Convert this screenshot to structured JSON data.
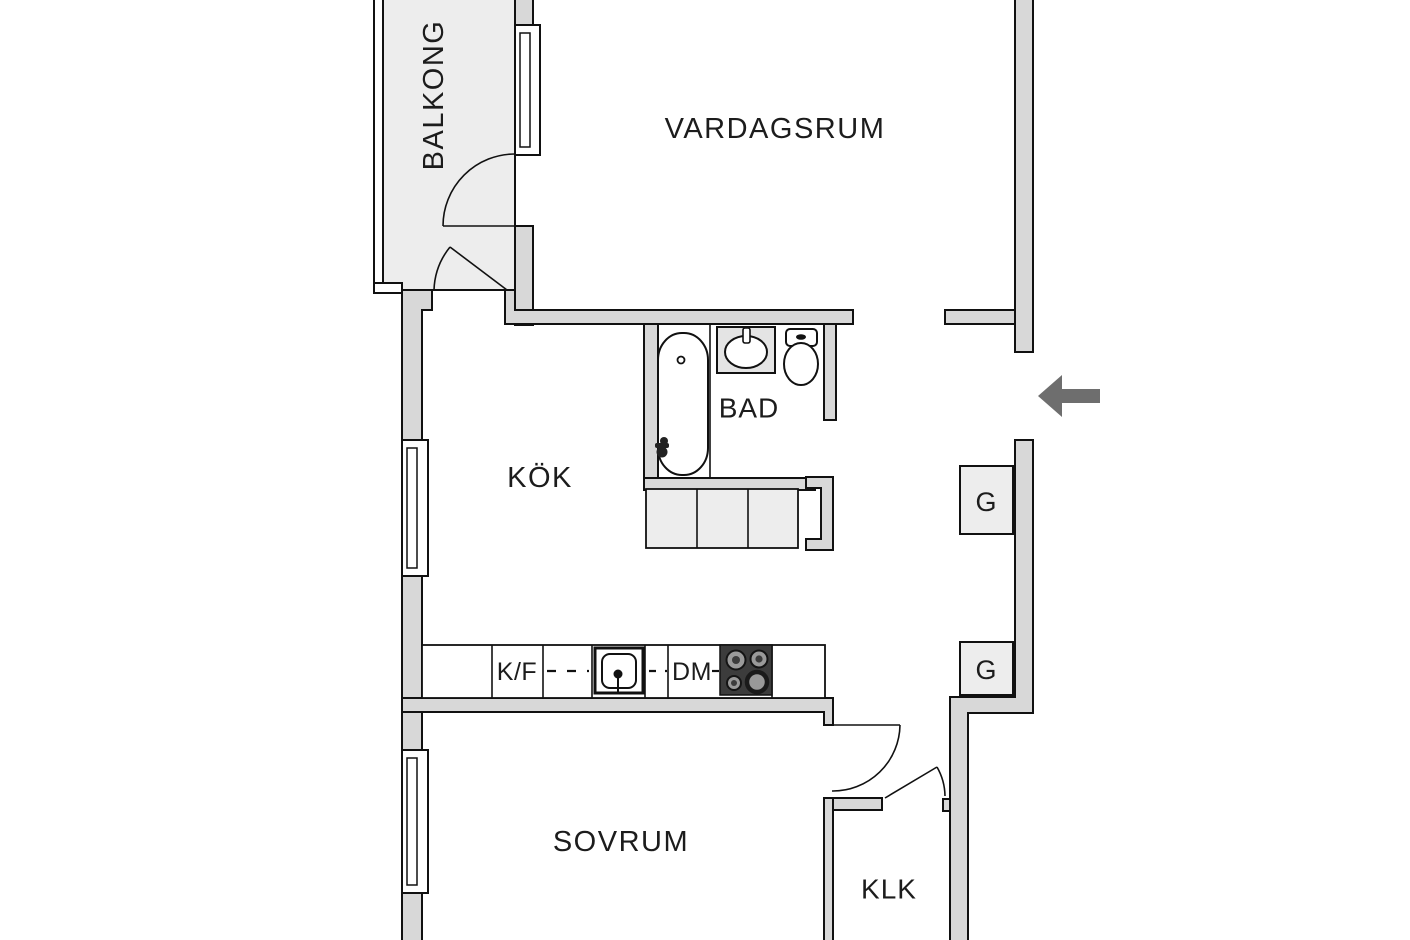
{
  "plan": {
    "type": "apartment-floor-plan",
    "rooms": [
      {
        "id": "balkong",
        "label": "BALKONG"
      },
      {
        "id": "vardagsrum",
        "label": "VARDAGSRUM"
      },
      {
        "id": "kok",
        "label": "KÖK"
      },
      {
        "id": "bad",
        "label": "BAD"
      },
      {
        "id": "sovrum",
        "label": "SOVRUM"
      },
      {
        "id": "klk",
        "label": "KLK"
      }
    ],
    "closets": [
      {
        "id": "garderob-1",
        "label": "G"
      },
      {
        "id": "garderob-2",
        "label": "G"
      }
    ],
    "appliances": {
      "fridge_freezer": "K/F",
      "dishwasher": "DM"
    },
    "fixtures": [
      "bathtub",
      "bathroom-sink",
      "toilet",
      "kitchen-sink",
      "stove",
      "balcony-door",
      "kitchen-balcony-door",
      "bedroom-door",
      "klk-door",
      "window-livingroom",
      "window-kitchen",
      "window-bedroom",
      "entrance-arrow"
    ],
    "colors": {
      "background": "#ffffff",
      "wall": "#d8d8d8",
      "outline": "#111111",
      "floor_light": "#ededed",
      "stove": "#3c3c3c",
      "burner_gray": "#9a9a9a",
      "arrow": "#6e6e6e",
      "text": "#1c1c1c"
    }
  }
}
